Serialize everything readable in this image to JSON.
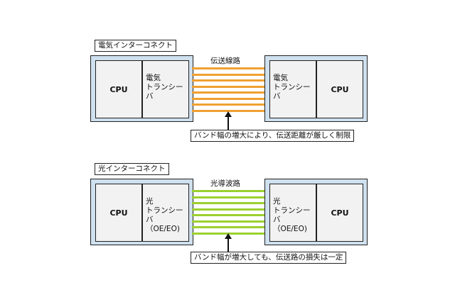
{
  "colors": {
    "electrical_lines": "#f0a030",
    "optical_lines": "#9bd030",
    "board": "#cfe0ee"
  },
  "electrical": {
    "title": "電気インターコネクト",
    "cpu_left": "CPU",
    "transceiver_left": "電気\nトランシーバ",
    "lines_label": "伝送線路",
    "transceiver_right": "電気\nトランシーバ",
    "cpu_right": "CPU",
    "note": "バンド幅の増大により、伝送距離が厳しく制限"
  },
  "optical": {
    "title": "光インターコネクト",
    "cpu_left": "CPU",
    "transceiver_left": "光\nトランシーバ\n（OE/EO)",
    "lines_label": "光導波路",
    "transceiver_right": "光\nトランシーバ\n（OE/EO)",
    "cpu_right": "CPU",
    "note": "バンド幅が増大しても、伝送路の損失は一定"
  }
}
